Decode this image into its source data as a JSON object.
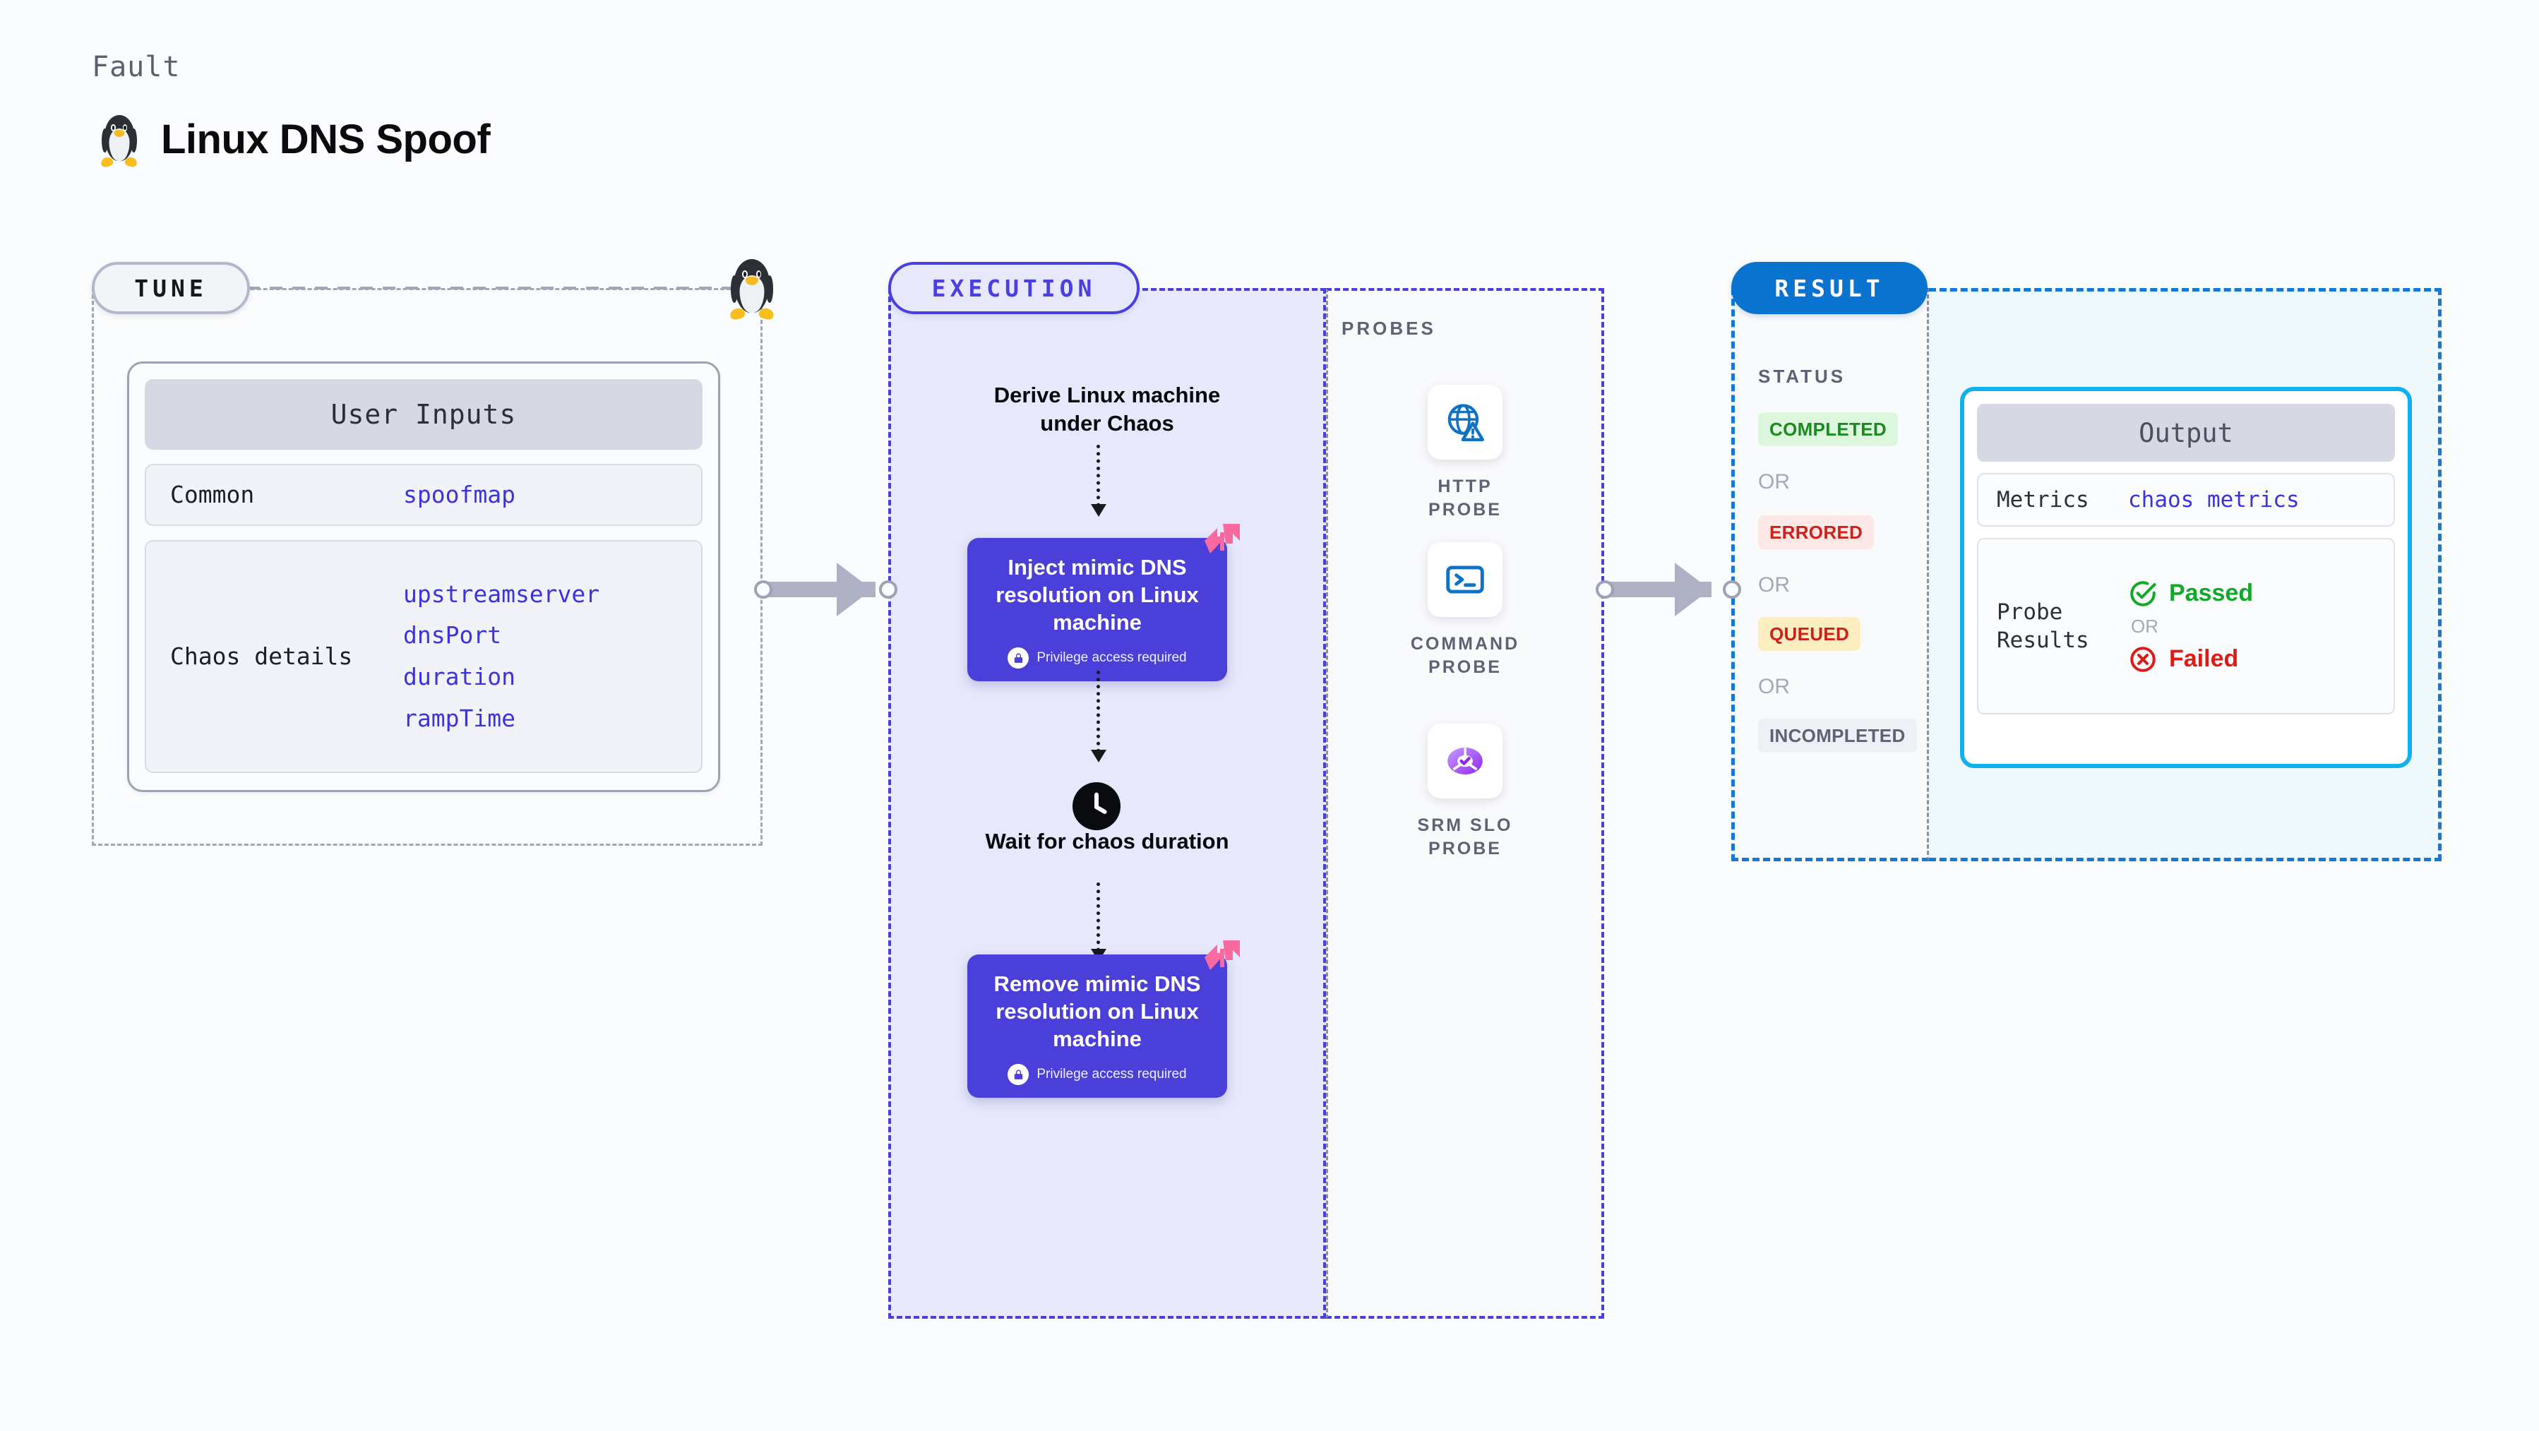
{
  "header": {
    "eyebrow": "Fault",
    "title": "Linux DNS Spoof",
    "icon": "linux-penguin-icon"
  },
  "sections": {
    "tune": {
      "label": "TUNE"
    },
    "execution": {
      "label": "EXECUTION"
    },
    "probes": {
      "label": "PROBES"
    },
    "result": {
      "label": "RESULT",
      "status_label": "STATUS"
    }
  },
  "tune": {
    "card_header": "User Inputs",
    "rows": [
      {
        "key": "Common",
        "values": [
          "spoofmap"
        ]
      },
      {
        "key": "Chaos details",
        "values": [
          "upstreamserver",
          "dnsPort",
          "duration",
          "rampTime"
        ]
      }
    ]
  },
  "execution": {
    "derive_text": "Derive Linux machine under Chaos",
    "inject": {
      "title": "Inject mimic DNS resolution on Linux machine",
      "privilege": "Privilege access required"
    },
    "wait_text": "Wait for chaos duration",
    "remove": {
      "title": "Remove mimic DNS resolution on Linux machine",
      "privilege": "Privilege access required"
    }
  },
  "probes": [
    {
      "icon": "globe-warning-icon",
      "label": "HTTP PROBE"
    },
    {
      "icon": "terminal-prompt-icon",
      "label": "COMMAND PROBE"
    },
    {
      "icon": "slo-donut-check-icon",
      "label": "SRM SLO PROBE"
    }
  ],
  "result": {
    "statuses": [
      {
        "label": "COMPLETED",
        "bg": "#ddf6de",
        "fg": "#1a8a21"
      },
      {
        "label": "ERRORED",
        "bg": "#fde8e6",
        "fg": "#d0201a"
      },
      {
        "label": "QUEUED",
        "bg": "#fdeec2",
        "fg": "#cf2018"
      },
      {
        "label": "INCOMPLETED",
        "bg": "#eef0f5",
        "fg": "#5d6374"
      }
    ],
    "separator": "OR"
  },
  "output": {
    "card_header": "Output",
    "metrics_key": "Metrics",
    "metrics_value": "chaos metrics",
    "probe_key": "Probe Results",
    "passed": "Passed",
    "failed": "Failed",
    "separator": "OR"
  },
  "colors": {
    "accent_purple": "#4a3fd8",
    "accent_blue": "#0a72cf",
    "cyan_border": "#10b2ec",
    "value_blue": "#3b33e0",
    "pink_mark": "#f96aa0"
  }
}
